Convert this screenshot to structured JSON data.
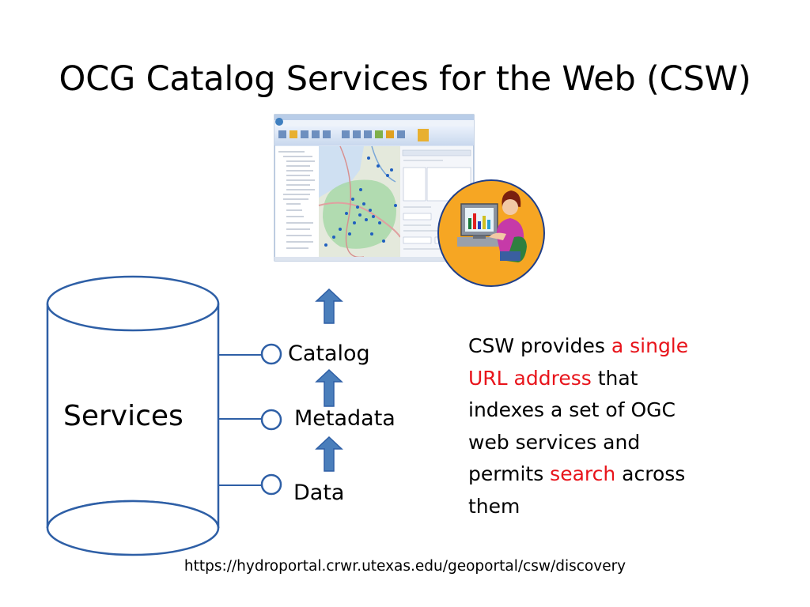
{
  "title": "OCG Catalog Services for the Web (CSW)",
  "diagram": {
    "services_label": "Services",
    "layers": {
      "catalog": "Catalog",
      "metadata": "Metadata",
      "data": "Data"
    }
  },
  "description": {
    "p1": "CSW provides ",
    "highlight1": "a single URL address",
    "p2": " that indexes a set of OGC web services and permits ",
    "highlight2": "search",
    "p3": " across them"
  },
  "footer_url": "https://hydroportal.crwr.utexas.edu/geoportal/csw/discovery",
  "colors": {
    "outline_blue": "#2e5fa6",
    "arrow_fill": "#4a7ebb",
    "highlight_red": "#e8141b",
    "user_circle": "#f6a623"
  },
  "icons": [
    "arcgis-screenshot",
    "computer-user-icon",
    "up-arrow-icon"
  ]
}
